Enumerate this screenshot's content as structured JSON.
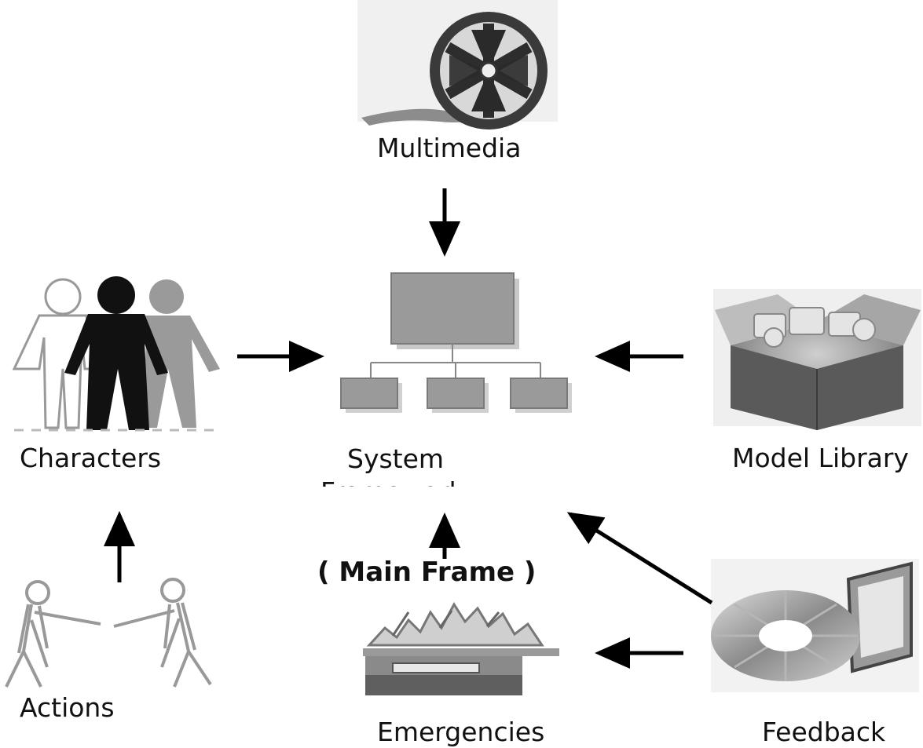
{
  "nodes": {
    "multimedia": {
      "label": "Multimedia",
      "icon": "film-reel-icon"
    },
    "characters": {
      "label": "Characters",
      "icon": "people-group-icon"
    },
    "system": {
      "label_line1": "System",
      "label_line2": "Framework",
      "sublabel": "( Main  Frame )",
      "icon": "org-chart-icon"
    },
    "model_library": {
      "label": "Model Library",
      "icon": "open-box-icon"
    },
    "actions": {
      "label": "Actions",
      "icon": "stick-figures-icon"
    },
    "emergencies": {
      "label": "Emergencies",
      "icon": "fire-device-icon"
    },
    "feedback": {
      "label": "Feedback",
      "icon": "cd-disc-icon"
    }
  },
  "colors": {
    "arrow": "#000000",
    "gray_fill": "#9a9a9a",
    "dark_fill": "#555555"
  }
}
